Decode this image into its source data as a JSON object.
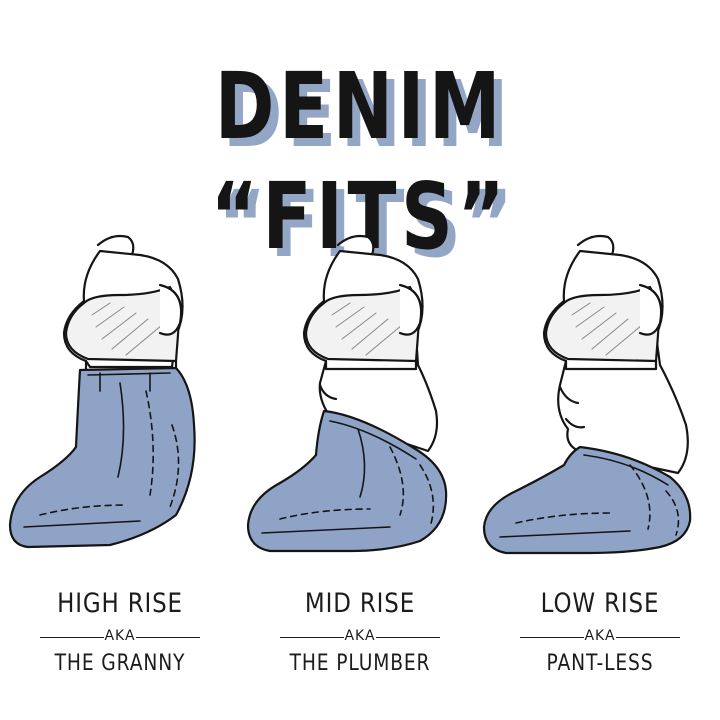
{
  "title": "DENIM “FITS”",
  "colors": {
    "denim": "#8fa3c7",
    "shadow": "#93a6c6",
    "ink": "#151515",
    "background": "#ffffff"
  },
  "fits": [
    {
      "name": "HIGH RISE",
      "aka": "AKA",
      "nickname": "THE GRANNY"
    },
    {
      "name": "MID RISE",
      "aka": "AKA",
      "nickname": "THE PLUMBER"
    },
    {
      "name": "LOW RISE",
      "aka": "AKA",
      "nickname": "PANT-LESS"
    }
  ]
}
